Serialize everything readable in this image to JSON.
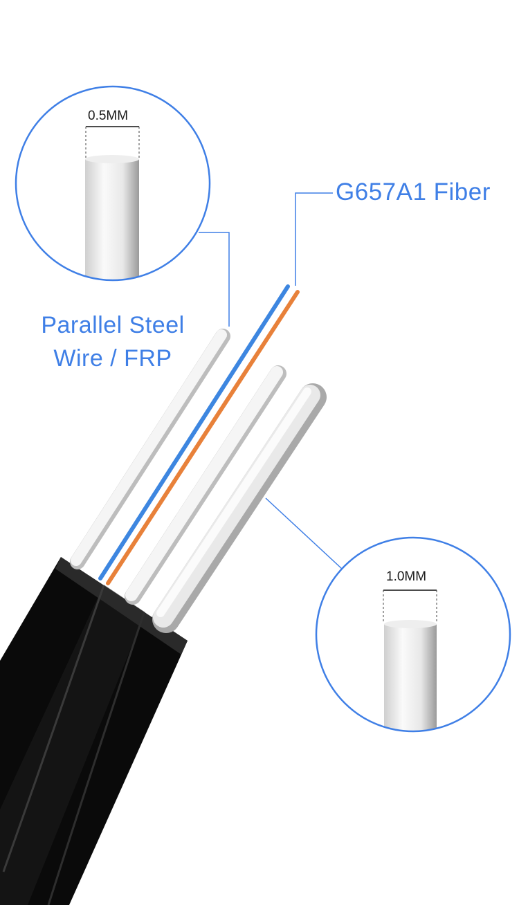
{
  "labels": {
    "fiber": "G657A1 Fiber",
    "wire_line1": "Parallel Steel",
    "wire_line2": "Wire / FRP"
  },
  "dimensions": {
    "steel_wire": "0.5MM",
    "strength_member": "1.0MM"
  },
  "colors": {
    "accent_blue": "#3f7fe6",
    "fiber_blue": "#3d86e0",
    "fiber_orange": "#e8813a",
    "jacket_black": "#0b0b0b",
    "wire_white": "#f2f2f2"
  }
}
